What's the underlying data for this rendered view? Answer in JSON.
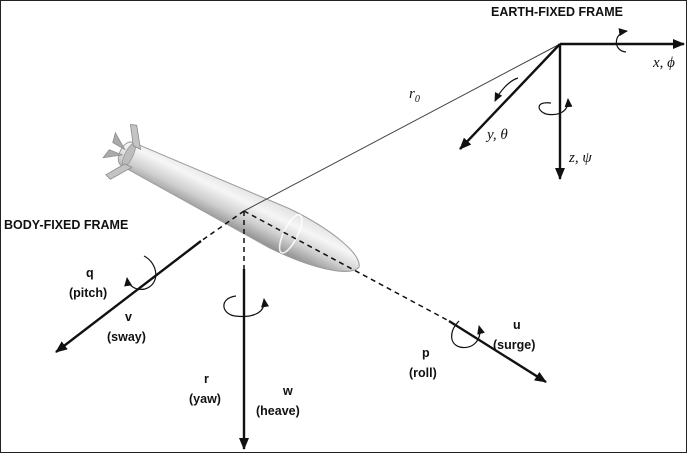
{
  "earth_frame": {
    "title": "EARTH-FIXED FRAME",
    "x_axis": "x, ϕ",
    "y_axis": "y, θ",
    "z_axis": "z, ψ",
    "position_vector": "r",
    "position_vector_sub": "0"
  },
  "body_frame": {
    "title": "BODY-FIXED FRAME",
    "pitch_rate": "q",
    "pitch_name": "(pitch)",
    "sway_velocity": "v",
    "sway_name": "(sway)",
    "yaw_rate": "r",
    "yaw_name": "(yaw)",
    "heave_velocity": "w",
    "heave_name": "(heave)",
    "roll_rate": "p",
    "roll_name": "(roll)",
    "surge_velocity": "u",
    "surge_name": "(surge)"
  },
  "colors": {
    "ink": "#111111",
    "hull_light": "#f2f2f2",
    "hull_dark": "#9a9a9a"
  }
}
